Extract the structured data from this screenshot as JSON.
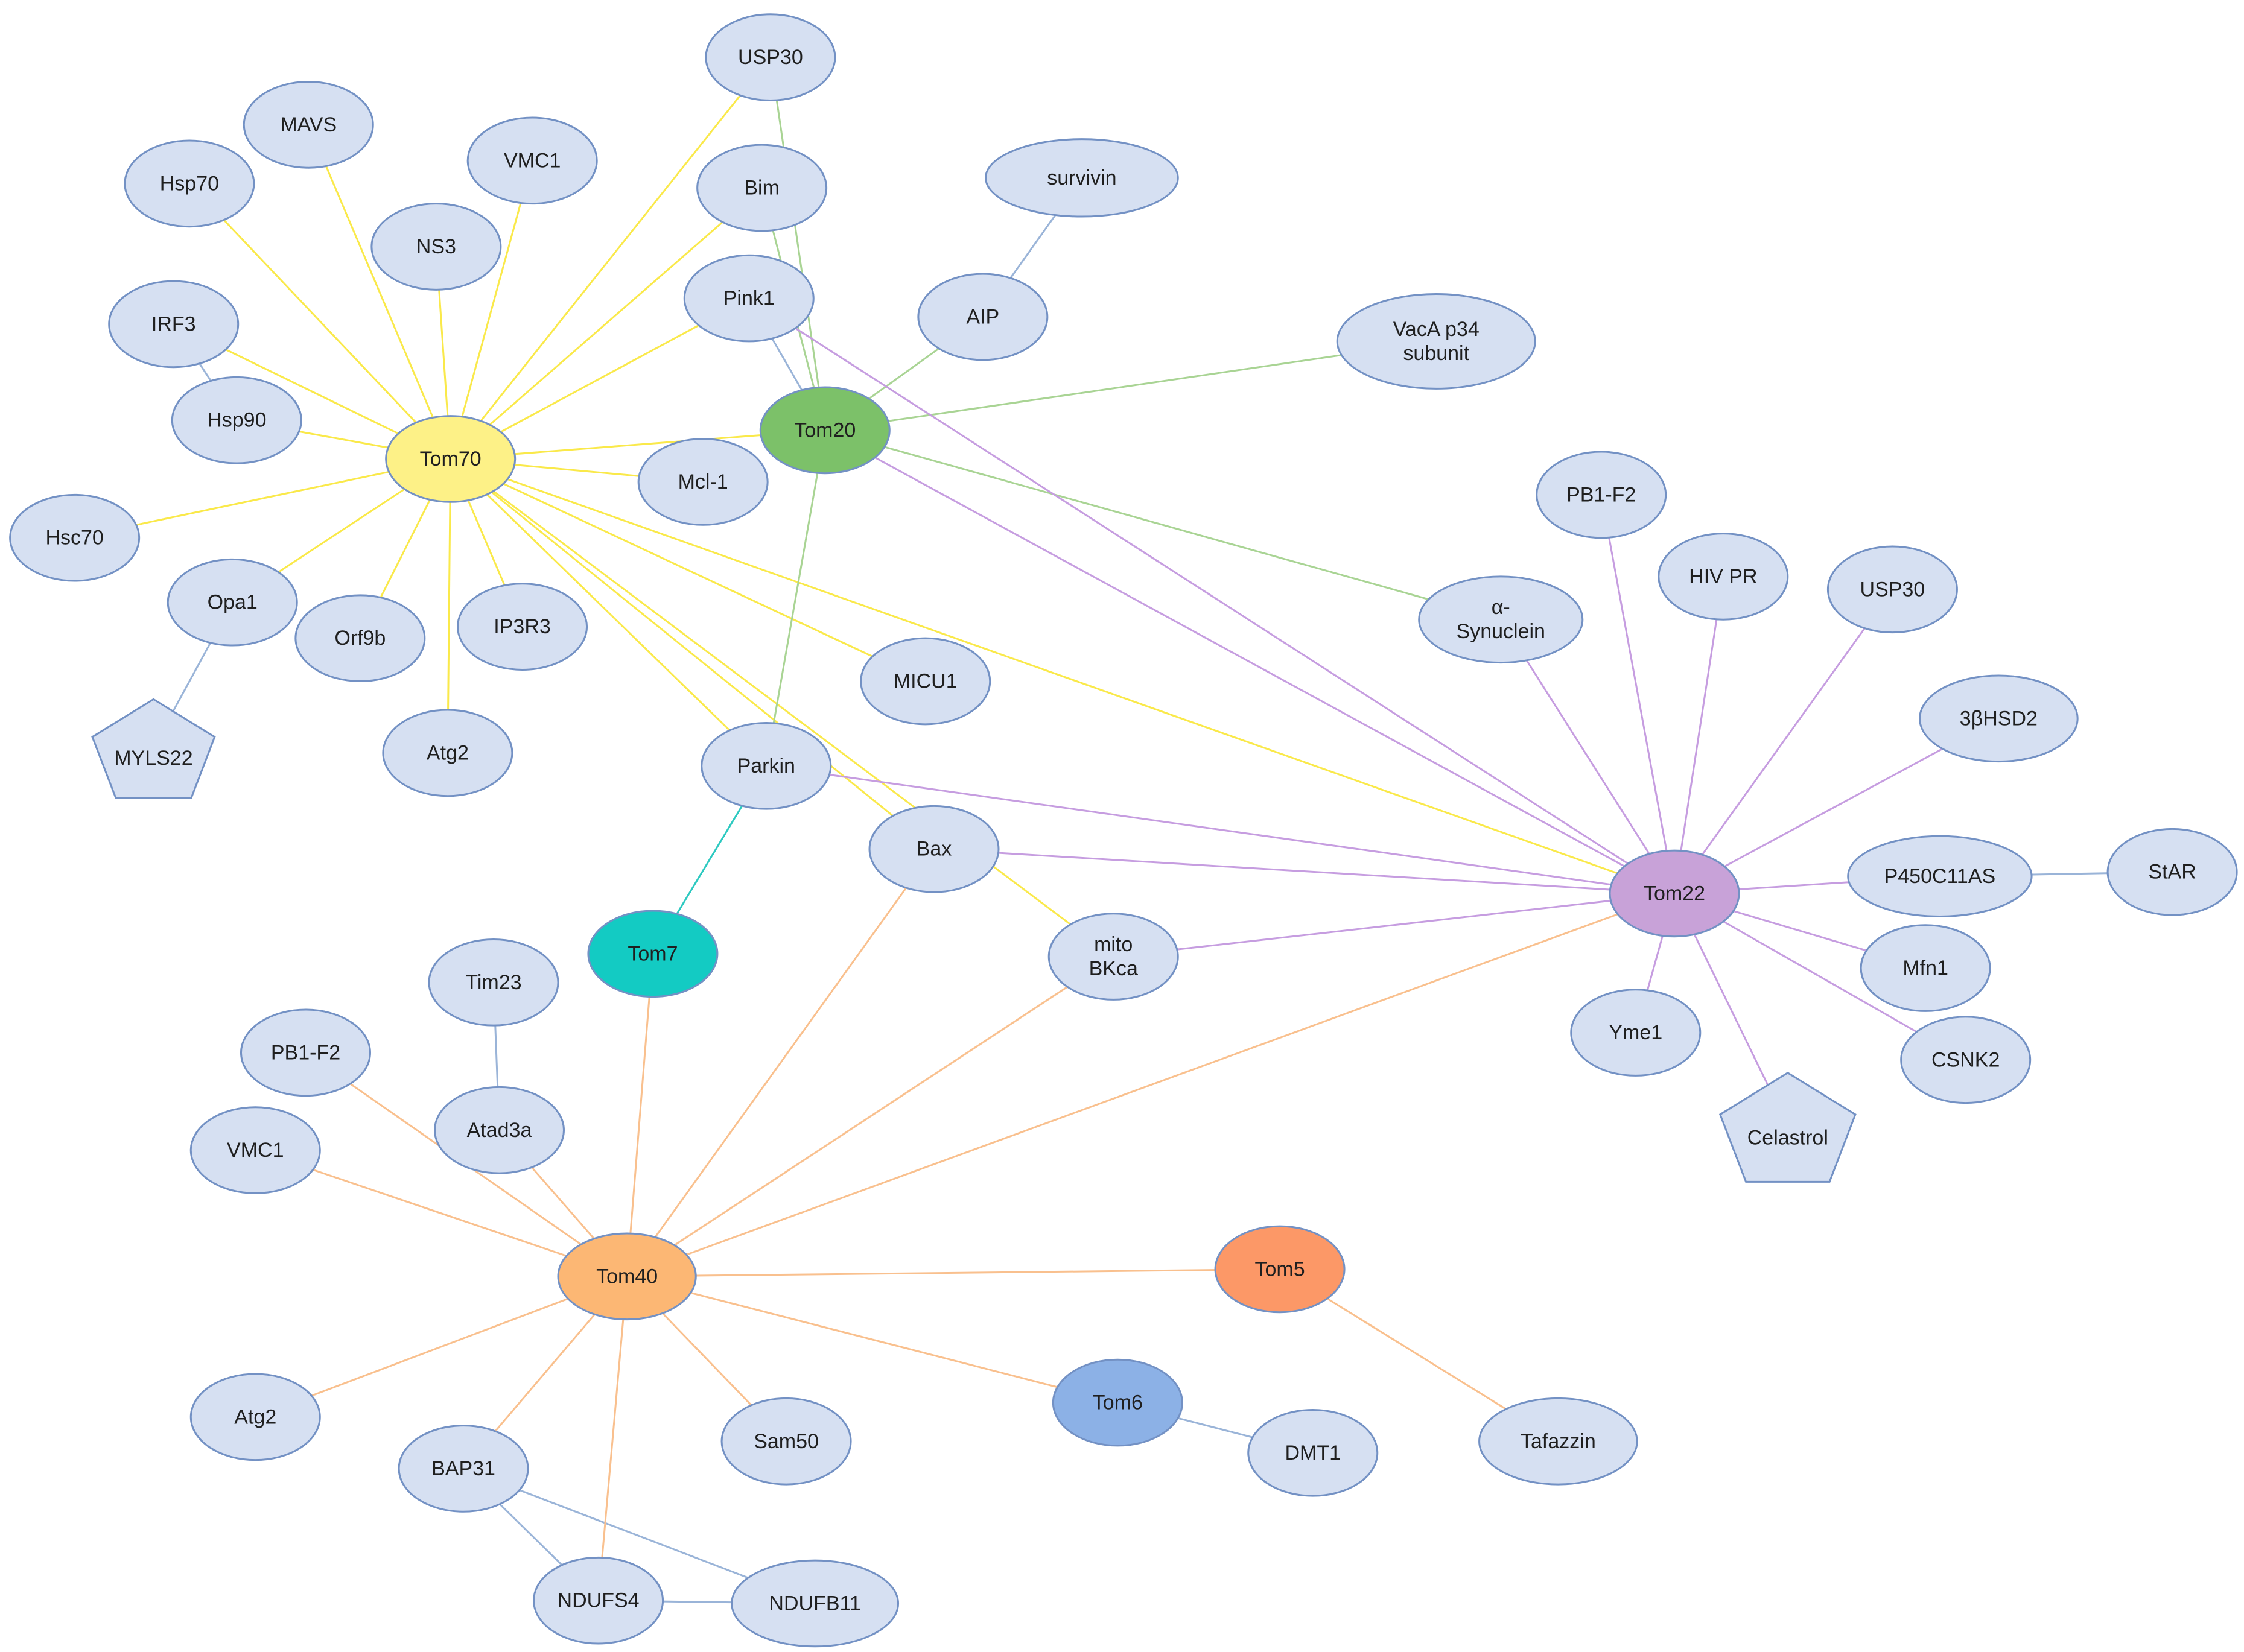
{
  "colors": {
    "node_fill_default": "#d6e0f2",
    "node_stroke_default": "#7391c4",
    "tom70": "#fdf187",
    "tom20": "#7cc169",
    "tom22": "#c8a2d8",
    "tom40": "#fcb774",
    "tom7": "#13cbc3",
    "tom5": "#fc9867",
    "tom6": "#8cb1e6",
    "edge_yellow": "#fae94a",
    "edge_green": "#a9d494",
    "edge_purple": "#c69de0",
    "edge_orange": "#f9c08e",
    "edge_blue": "#9ab4d8",
    "edge_teal": "#2cc9c0"
  },
  "nodes": [
    {
      "id": "USP30_a",
      "lines": [
        "USP30"
      ]
    },
    {
      "id": "MAVS",
      "lines": [
        "MAVS"
      ]
    },
    {
      "id": "Hsp70",
      "lines": [
        "Hsp70"
      ]
    },
    {
      "id": "VMC1_a",
      "lines": [
        "VMC1"
      ]
    },
    {
      "id": "Bim",
      "lines": [
        "Bim"
      ]
    },
    {
      "id": "survivin",
      "lines": [
        "survivin"
      ]
    },
    {
      "id": "NS3",
      "lines": [
        "NS3"
      ]
    },
    {
      "id": "IRF3",
      "lines": [
        "IRF3"
      ]
    },
    {
      "id": "Pink1",
      "lines": [
        "Pink1"
      ]
    },
    {
      "id": "AIP",
      "lines": [
        "AIP"
      ]
    },
    {
      "id": "VacA",
      "lines": [
        "VacA p34",
        "subunit"
      ]
    },
    {
      "id": "Hsp90",
      "lines": [
        "Hsp90"
      ]
    },
    {
      "id": "Tom20",
      "lines": [
        "Tom20"
      ],
      "color": "tom20"
    },
    {
      "id": "Tom70",
      "lines": [
        "Tom70"
      ],
      "color": "tom70"
    },
    {
      "id": "Mcl1",
      "lines": [
        "Mcl-1"
      ]
    },
    {
      "id": "PB1F2_a",
      "lines": [
        "PB1-F2"
      ]
    },
    {
      "id": "Hsc70",
      "lines": [
        "Hsc70"
      ]
    },
    {
      "id": "HIVPR",
      "lines": [
        "HIV PR"
      ]
    },
    {
      "id": "USP30_b",
      "lines": [
        "USP30"
      ]
    },
    {
      "id": "Opa1",
      "lines": [
        "Opa1"
      ]
    },
    {
      "id": "aSyn",
      "lines": [
        "α-",
        "Synuclein"
      ]
    },
    {
      "id": "Orf9b",
      "lines": [
        "Orf9b"
      ]
    },
    {
      "id": "IP3R3",
      "lines": [
        "IP3R3"
      ]
    },
    {
      "id": "MICU1",
      "lines": [
        "MICU1"
      ]
    },
    {
      "id": "bHSD2",
      "lines": [
        "3βHSD2"
      ]
    },
    {
      "id": "MYLS22",
      "lines": [
        "MYLS22"
      ],
      "shape": "pentagon"
    },
    {
      "id": "Atg2_a",
      "lines": [
        "Atg2"
      ]
    },
    {
      "id": "Parkin",
      "lines": [
        "Parkin"
      ]
    },
    {
      "id": "Bax",
      "lines": [
        "Bax"
      ]
    },
    {
      "id": "P450",
      "lines": [
        "P450C11AS"
      ]
    },
    {
      "id": "StAR",
      "lines": [
        "StAR"
      ]
    },
    {
      "id": "Tom22",
      "lines": [
        "Tom22"
      ],
      "color": "tom22"
    },
    {
      "id": "Tom7",
      "lines": [
        "Tom7"
      ],
      "color": "tom7"
    },
    {
      "id": "Tim23",
      "lines": [
        "Tim23"
      ]
    },
    {
      "id": "BKca",
      "lines": [
        "mito",
        "BKca"
      ]
    },
    {
      "id": "Mfn1",
      "lines": [
        "Mfn1"
      ]
    },
    {
      "id": "PB1F2_b",
      "lines": [
        "PB1-F2"
      ]
    },
    {
      "id": "Yme1",
      "lines": [
        "Yme1"
      ]
    },
    {
      "id": "CSNK2",
      "lines": [
        "CSNK2"
      ]
    },
    {
      "id": "Atad3a",
      "lines": [
        "Atad3a"
      ]
    },
    {
      "id": "VMC1_b",
      "lines": [
        "VMC1"
      ]
    },
    {
      "id": "Celastrol",
      "lines": [
        "Celastrol"
      ],
      "shape": "pentagon"
    },
    {
      "id": "Tom40",
      "lines": [
        "Tom40"
      ],
      "color": "tom40"
    },
    {
      "id": "Tom5",
      "lines": [
        "Tom5"
      ],
      "color": "tom5"
    },
    {
      "id": "Tom6",
      "lines": [
        "Tom6"
      ],
      "color": "tom6"
    },
    {
      "id": "Atg2_b",
      "lines": [
        "Atg2"
      ]
    },
    {
      "id": "Sam50",
      "lines": [
        "Sam50"
      ]
    },
    {
      "id": "DMT1",
      "lines": [
        "DMT1"
      ]
    },
    {
      "id": "Tafazzin",
      "lines": [
        "Tafazzin"
      ]
    },
    {
      "id": "BAP31",
      "lines": [
        "BAP31"
      ]
    },
    {
      "id": "NDUFS4",
      "lines": [
        "NDUFS4"
      ]
    },
    {
      "id": "NDUFB11",
      "lines": [
        "NDUFB11"
      ]
    }
  ],
  "edges": [
    {
      "from": "Tom70",
      "to": "USP30_a",
      "color": "edge_yellow"
    },
    {
      "from": "Tom70",
      "to": "MAVS",
      "color": "edge_yellow"
    },
    {
      "from": "Tom70",
      "to": "Hsp70",
      "color": "edge_yellow"
    },
    {
      "from": "Tom70",
      "to": "VMC1_a",
      "color": "edge_yellow"
    },
    {
      "from": "Tom70",
      "to": "Bim",
      "color": "edge_yellow"
    },
    {
      "from": "Tom70",
      "to": "NS3",
      "color": "edge_yellow"
    },
    {
      "from": "Tom70",
      "to": "IRF3",
      "color": "edge_yellow"
    },
    {
      "from": "Tom70",
      "to": "Pink1",
      "color": "edge_yellow"
    },
    {
      "from": "Tom70",
      "to": "Hsp90",
      "color": "edge_yellow"
    },
    {
      "from": "Tom70",
      "to": "Tom20",
      "color": "edge_yellow"
    },
    {
      "from": "Tom70",
      "to": "Mcl1",
      "color": "edge_yellow"
    },
    {
      "from": "Tom70",
      "to": "Hsc70",
      "color": "edge_yellow"
    },
    {
      "from": "Tom70",
      "to": "Opa1",
      "color": "edge_yellow"
    },
    {
      "from": "Tom70",
      "to": "Orf9b",
      "color": "edge_yellow"
    },
    {
      "from": "Tom70",
      "to": "IP3R3",
      "color": "edge_yellow"
    },
    {
      "from": "Tom70",
      "to": "Atg2_a",
      "color": "edge_yellow"
    },
    {
      "from": "Tom70",
      "to": "MICU1",
      "color": "edge_yellow"
    },
    {
      "from": "Tom70",
      "to": "Parkin",
      "color": "edge_yellow"
    },
    {
      "from": "Tom70",
      "to": "Bax",
      "color": "edge_yellow"
    },
    {
      "from": "Tom70",
      "to": "BKca",
      "color": "edge_yellow"
    },
    {
      "from": "Tom70",
      "to": "Tom22",
      "color": "edge_yellow"
    },
    {
      "from": "Tom20",
      "to": "USP30_a",
      "color": "edge_green"
    },
    {
      "from": "Tom20",
      "to": "Bim",
      "color": "edge_green"
    },
    {
      "from": "Tom20",
      "to": "AIP",
      "color": "edge_green"
    },
    {
      "from": "Tom20",
      "to": "VacA",
      "color": "edge_green"
    },
    {
      "from": "Tom20",
      "to": "Parkin",
      "color": "edge_green"
    },
    {
      "from": "Tom20",
      "to": "aSyn",
      "color": "edge_green"
    },
    {
      "from": "Tom20",
      "to": "Pink1",
      "color": "edge_blue"
    },
    {
      "from": "Tom20",
      "to": "Tom22",
      "color": "edge_purple"
    },
    {
      "from": "Pink1",
      "to": "Tom22",
      "color": "edge_purple"
    },
    {
      "from": "Parkin",
      "to": "Tom22",
      "color": "edge_purple"
    },
    {
      "from": "Bax",
      "to": "Tom22",
      "color": "edge_purple"
    },
    {
      "from": "BKca",
      "to": "Tom22",
      "color": "edge_purple"
    },
    {
      "from": "aSyn",
      "to": "Tom22",
      "color": "edge_purple"
    },
    {
      "from": "PB1F2_a",
      "to": "Tom22",
      "color": "edge_purple"
    },
    {
      "from": "HIVPR",
      "to": "Tom22",
      "color": "edge_purple"
    },
    {
      "from": "USP30_b",
      "to": "Tom22",
      "color": "edge_purple"
    },
    {
      "from": "bHSD2",
      "to": "Tom22",
      "color": "edge_purple"
    },
    {
      "from": "P450",
      "to": "Tom22",
      "color": "edge_purple"
    },
    {
      "from": "Mfn1",
      "to": "Tom22",
      "color": "edge_purple"
    },
    {
      "from": "CSNK2",
      "to": "Tom22",
      "color": "edge_purple"
    },
    {
      "from": "Yme1",
      "to": "Tom22",
      "color": "edge_purple"
    },
    {
      "from": "Celastrol",
      "to": "Tom22",
      "color": "edge_purple"
    },
    {
      "from": "survivin",
      "to": "AIP",
      "color": "edge_blue"
    },
    {
      "from": "IRF3",
      "to": "Hsp90",
      "color": "edge_blue"
    },
    {
      "from": "Opa1",
      "to": "MYLS22",
      "color": "edge_blue"
    },
    {
      "from": "P450",
      "to": "StAR",
      "color": "edge_blue"
    },
    {
      "from": "Tim23",
      "to": "Atad3a",
      "color": "edge_blue"
    },
    {
      "from": "Tom6",
      "to": "DMT1",
      "color": "edge_blue"
    },
    {
      "from": "BAP31",
      "to": "NDUFS4",
      "color": "edge_blue"
    },
    {
      "from": "BAP31",
      "to": "NDUFB11",
      "color": "edge_blue"
    },
    {
      "from": "NDUFS4",
      "to": "NDUFB11",
      "color": "edge_blue"
    },
    {
      "from": "Parkin",
      "to": "Tom7",
      "color": "edge_teal"
    },
    {
      "from": "Tom40",
      "to": "Tom7",
      "color": "edge_orange"
    },
    {
      "from": "Tom40",
      "to": "Bax",
      "color": "edge_orange"
    },
    {
      "from": "Tom40",
      "to": "BKca",
      "color": "edge_orange"
    },
    {
      "from": "Tom40",
      "to": "Tom22",
      "color": "edge_orange"
    },
    {
      "from": "Tom40",
      "to": "PB1F2_b",
      "color": "edge_orange"
    },
    {
      "from": "Tom40",
      "to": "Atad3a",
      "color": "edge_orange"
    },
    {
      "from": "Tom40",
      "to": "VMC1_b",
      "color": "edge_orange"
    },
    {
      "from": "Tom40",
      "to": "Tom5",
      "color": "edge_orange"
    },
    {
      "from": "Tom40",
      "to": "Atg2_b",
      "color": "edge_orange"
    },
    {
      "from": "Tom40",
      "to": "BAP31",
      "color": "edge_orange"
    },
    {
      "from": "Tom40",
      "to": "NDUFS4",
      "color": "edge_orange"
    },
    {
      "from": "Tom40",
      "to": "Sam50",
      "color": "edge_orange"
    },
    {
      "from": "Tom40",
      "to": "Tom6",
      "color": "edge_orange"
    },
    {
      "from": "Tom5",
      "to": "Tafazzin",
      "color": "edge_orange"
    }
  ]
}
